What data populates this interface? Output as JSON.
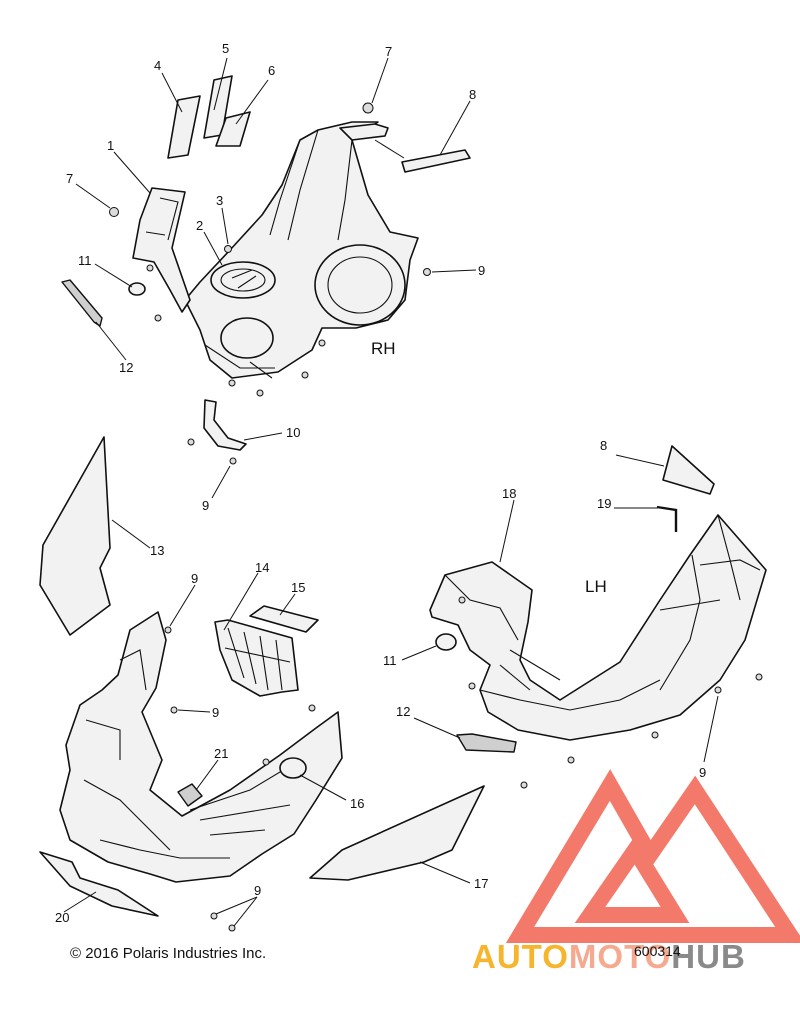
{
  "diagram": {
    "side_labels": {
      "rh": "RH",
      "lh": "LH"
    },
    "callouts": [
      "1",
      "2",
      "3",
      "4",
      "5",
      "6",
      "7",
      "7",
      "8",
      "8",
      "9",
      "9",
      "9",
      "9",
      "9",
      "9",
      "10",
      "11",
      "11",
      "12",
      "12",
      "13",
      "14",
      "15",
      "16",
      "17",
      "18",
      "19",
      "20",
      "21"
    ]
  },
  "footer": {
    "copyright": "© 2016 Polaris Industries Inc.",
    "figure_number": "600314"
  },
  "watermark": {
    "part1": "AUTO",
    "part2": "MOTO",
    "part3": "HUB",
    "colors": {
      "auto": "#f6b52c",
      "moto": "#f7a98f",
      "hub": "#8a8a8a",
      "triangle": "#f26b5b"
    }
  }
}
